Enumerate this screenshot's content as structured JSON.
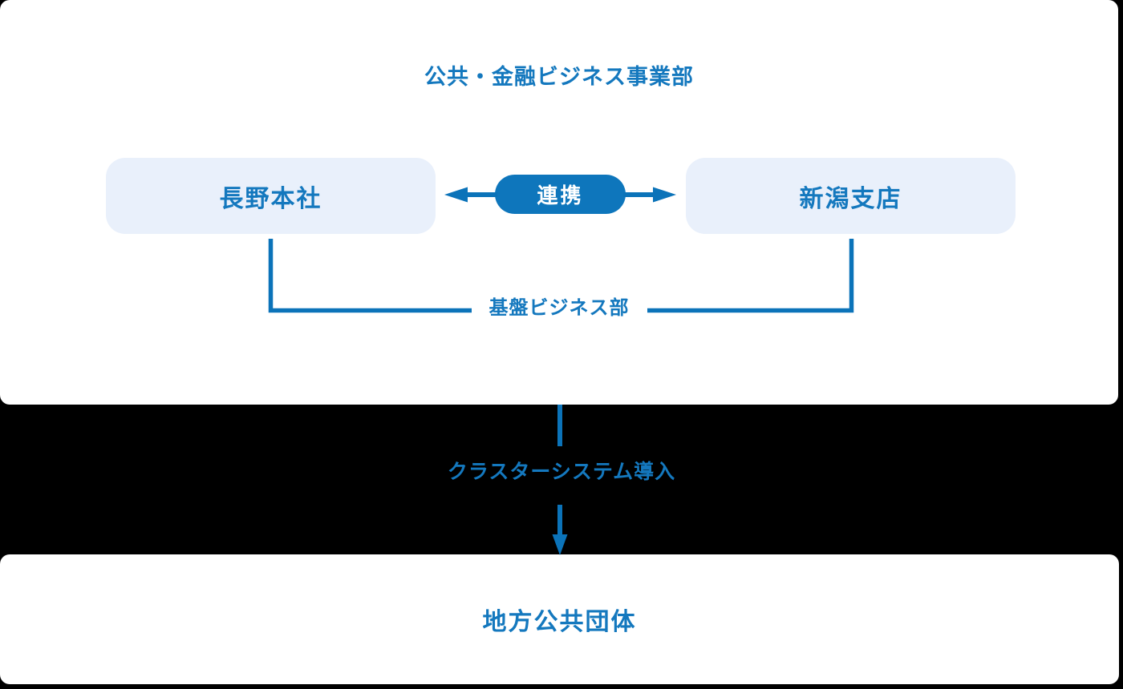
{
  "colors": {
    "accent_blue": "#0E76BC",
    "line_blue": "#0B73B9",
    "text_blue": "#1478BE",
    "box_fill": "#E9F0FB",
    "panel_bg": "#FFFFFF",
    "page_bg": "#000000"
  },
  "top_panel": {
    "title": "公共・金融ビジネス事業部",
    "left_box": {
      "label": "長野本社"
    },
    "right_box": {
      "label": "新潟支店"
    },
    "link_pill": {
      "label": "連携"
    },
    "bracket_label": "基盤ビジネス部"
  },
  "connector": {
    "label": "クラスターシステム導入"
  },
  "bottom_panel": {
    "label": "地方公共団体"
  }
}
